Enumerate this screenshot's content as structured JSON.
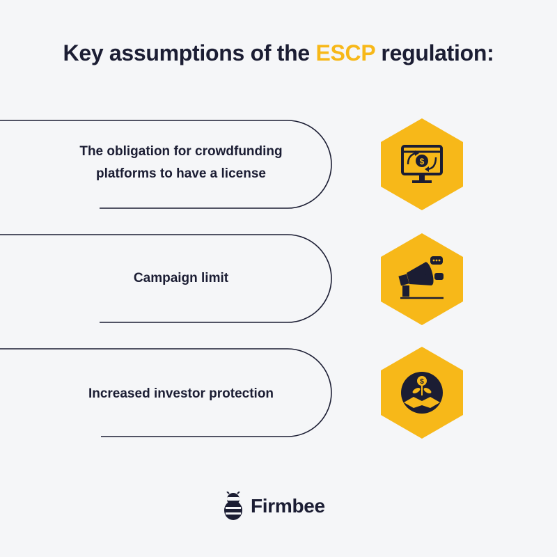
{
  "title": {
    "prefix": "Key assumptions of the ",
    "highlight": "ESCP",
    "suffix": " regulation:"
  },
  "items": [
    {
      "line1": "The obligation for crowdfunding",
      "line2": "platforms to have a license",
      "icon": "monitor-money-exchange-icon"
    },
    {
      "line1": "Campaign limit",
      "icon": "megaphone-icon"
    },
    {
      "line1": "Increased investor protection",
      "icon": "handshake-money-plant-icon"
    }
  ],
  "brand": {
    "name": "Firmbee",
    "icon": "firmbee-bee-logo-icon"
  },
  "colors": {
    "accent": "#f7b819",
    "text": "#1b1d33",
    "background": "#f5f6f8"
  }
}
